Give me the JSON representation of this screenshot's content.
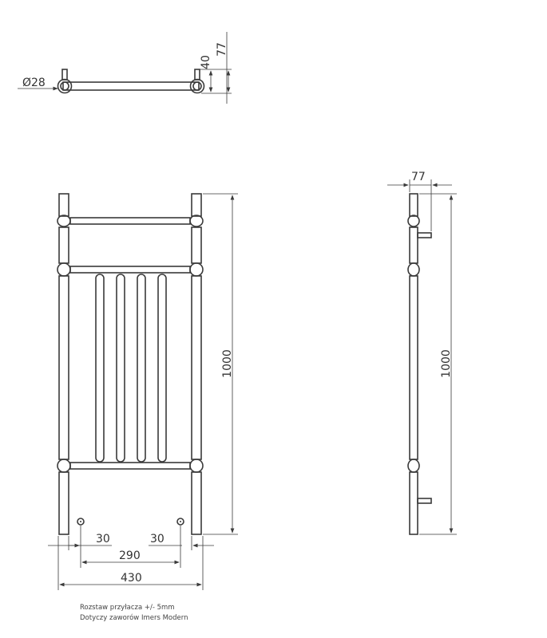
{
  "top_view": {
    "diameter_label": "Ø28",
    "dim_inner": "40",
    "dim_outer": "77"
  },
  "front_view": {
    "height": "1000",
    "offset_left": "30",
    "offset_right": "30",
    "spacing": "290",
    "width": "430"
  },
  "side_view": {
    "depth": "77",
    "height": "1000"
  },
  "notes": {
    "line1": "Rozstaw przyłacza +/- 5mm",
    "line2": "Dotyczy zaworów Imers Modern"
  }
}
